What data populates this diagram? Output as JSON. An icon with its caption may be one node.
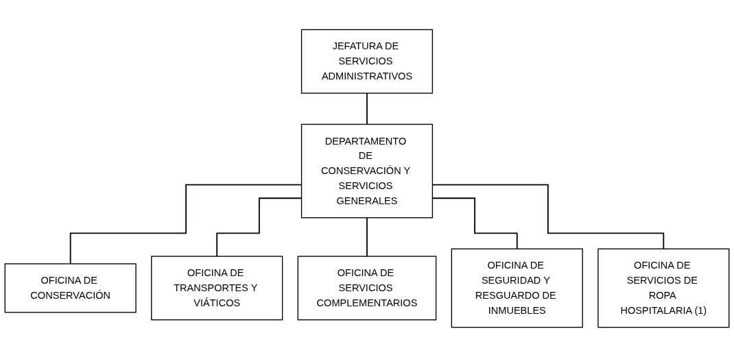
{
  "diagram": {
    "nodes": [
      {
        "text": [
          "JEFATURA DE SERVICIOS ADMINISTRATIVOS"
        ]
      },
      {
        "text": [
          "DEPARTAMENTO DE CONSERVACIÓN Y SERVICIOS GENERALES"
        ]
      },
      {
        "text": [
          "OFICINA DE CONSERVACIÓN"
        ]
      },
      {
        "text": [
          "OFICINA DE TRANSPORTES Y VIÁTICOS"
        ]
      },
      {
        "text": [
          "OFICINA DE SERVICIOS COMPLEMENTARIOS"
        ]
      },
      {
        "text": [
          "OFICINA DE SEGURIDAD Y RESGUARDO DE INMUEBLES"
        ]
      },
      {
        "text": [
          "OFICINA DE SERVICIOS DE ROPA HOSPITALARIA (1)"
        ]
      }
    ],
    "edges": [
      {
        "from": 0,
        "to": 1,
        "arrow": "none"
      },
      {
        "from": 1,
        "to": 2,
        "arrow": "none"
      },
      {
        "from": 1,
        "to": 3,
        "arrow": "none"
      },
      {
        "from": 1,
        "to": 4,
        "arrow": "none"
      },
      {
        "from": 1,
        "to": 5,
        "arrow": "none"
      },
      {
        "from": 1,
        "to": 6,
        "arrow": "none"
      }
    ]
  }
}
